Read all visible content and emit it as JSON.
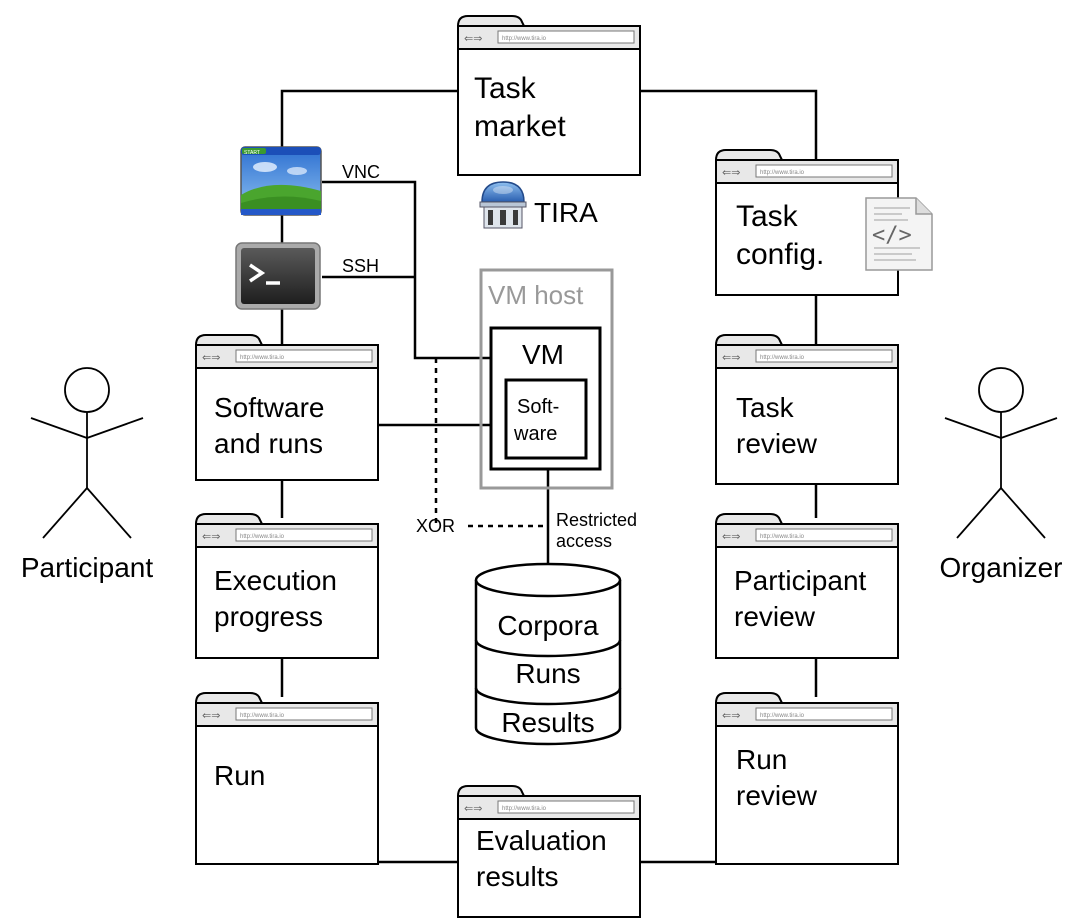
{
  "system": {
    "name": "TIRA"
  },
  "url_text": "http://www.tira.io",
  "pages": {
    "task_market": {
      "lines": [
        "Task",
        "market"
      ]
    },
    "task_config": {
      "lines": [
        "Task",
        "config."
      ]
    },
    "software_runs": {
      "lines": [
        "Software",
        "and runs"
      ]
    },
    "task_review": {
      "lines": [
        "Task",
        "review"
      ]
    },
    "execution_progress": {
      "lines": [
        "Execution",
        "progress"
      ]
    },
    "participant_review": {
      "lines": [
        "Participant",
        "review"
      ]
    },
    "run": {
      "lines": [
        "Run"
      ]
    },
    "run_review": {
      "lines": [
        "Run",
        "review"
      ]
    },
    "evaluation_results": {
      "lines": [
        "Evaluation",
        "results"
      ]
    }
  },
  "actors": {
    "participant": "Participant",
    "organizer": "Organizer"
  },
  "connections": {
    "vnc": "VNC",
    "ssh": "SSH",
    "xor": "XOR",
    "restricted_access": [
      "Restricted",
      "access"
    ]
  },
  "vm": {
    "host": "VM host",
    "vm": "VM",
    "software": [
      "Soft-",
      "ware"
    ]
  },
  "database": {
    "layers": [
      "Corpora",
      "Runs",
      "Results"
    ]
  },
  "icons": {
    "desktop": "desktop-screenshot-icon",
    "terminal": "terminal-icon",
    "tira_logo": "tira-dome-icon",
    "config_file": "config-file-icon"
  },
  "colors": {
    "line": "#000000",
    "vm_host": "#999999",
    "desktop_sky": "#3b7fd8",
    "desktop_grass": "#4aa52e",
    "terminal": "#333333",
    "dome": "#3c78c8"
  }
}
